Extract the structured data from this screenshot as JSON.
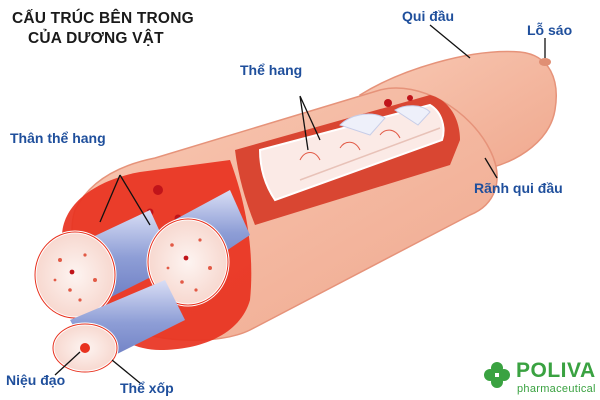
{
  "title": {
    "line1": "CẤU TRÚC BÊN TRONG",
    "line2": "CỦA DƯƠNG VẬT"
  },
  "labels": {
    "glans": "Qui đầu",
    "urethral_opening": "Lỗ sáo",
    "corpus_cavernosum_top": "Thể hang",
    "corpus_cavernosum_body": "Thân thể hang",
    "coronal_sulcus": "Rãnh qui đầu",
    "urethra": "Niệu đạo",
    "corpus_spongiosum": "Thể xốp"
  },
  "logo": {
    "brand": "POLIVA",
    "tagline": "pharmaceutical",
    "icon": "clover-icon",
    "color": "#3aa241"
  },
  "colors": {
    "label": "#1f4f9c",
    "skin": "#f5b49b",
    "tissue_red": "#e8321f",
    "spongy": "#fbeae6",
    "sheath": "#8e9ed6"
  }
}
